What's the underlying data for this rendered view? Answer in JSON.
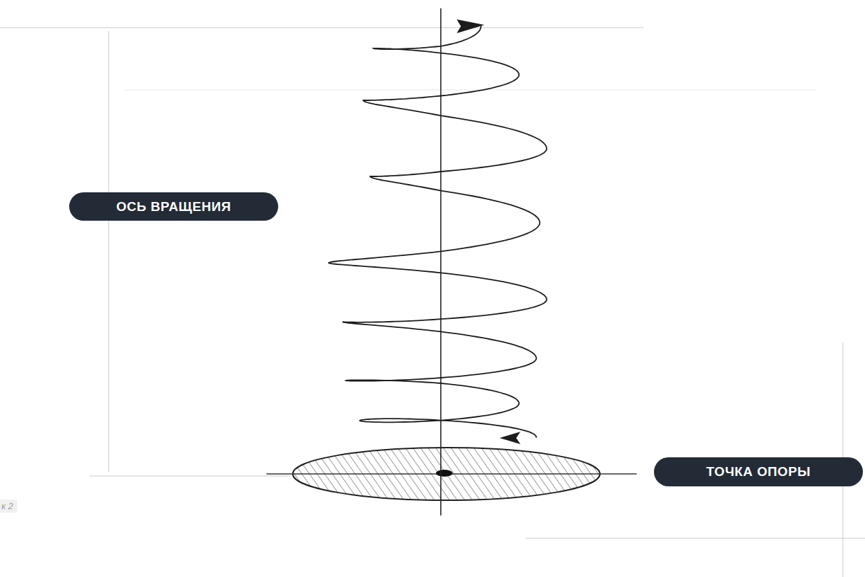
{
  "diagram": {
    "nodes": [
      {
        "text": [
          "ОСЬ ВРАЩЕНИЯ"
        ]
      },
      {
        "text": [
          "ТОЧКА ОПОРЫ"
        ]
      }
    ],
    "labels": [
      "к 2"
    ]
  }
}
